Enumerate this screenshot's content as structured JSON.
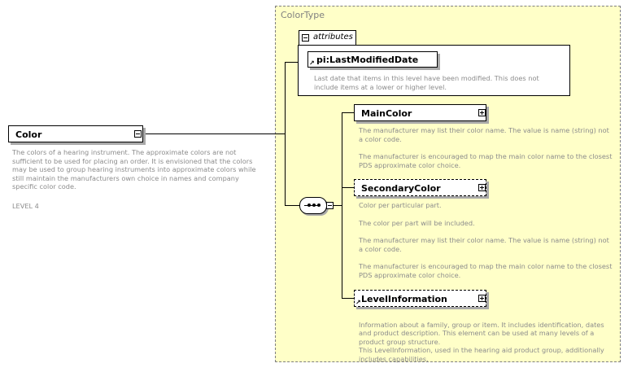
{
  "colortype": {
    "title": "ColorType"
  },
  "attributes": {
    "label": "attributes",
    "item_name": "pi:LastModifiedDate",
    "item_desc": "Last date that items in this level have been modified. This does not include items at a lower or higher level."
  },
  "color": {
    "name": "Color",
    "desc": "The colors of a hearing instrument.  The approximate colors are not sufficient to be used for placing an order.  It is envisioned that the colors may be used to group hearing instruments into approximate colors while still maintain the manufacturers own choice in names and company specific color code.",
    "level": "LEVEL 4"
  },
  "children": [
    {
      "name": "MainColor",
      "desc": [
        "The manufacturer may list their color name.  The value is name (string) not a color code.",
        "The manufacturer is encouraged to map the main color name to the closest PDS approximate color choice."
      ]
    },
    {
      "name": "SecondaryColor",
      "desc": [
        "Color per particular part.",
        "The color per part will be included.",
        "The manufacturer may list their color name.  The value is name (string) not a color code.",
        "The manufacturer is encouraged to map the main color name to the closest PDS approximate color choice."
      ]
    },
    {
      "name": "LevelInformation",
      "desc": [
        "Information about a family, group or item. It includes identification, dates and product description. This element can be used at many levels of a product group structure.\nThis LevelInformation, used in the hearing aid product group, additionally includes capabilities."
      ]
    }
  ]
}
